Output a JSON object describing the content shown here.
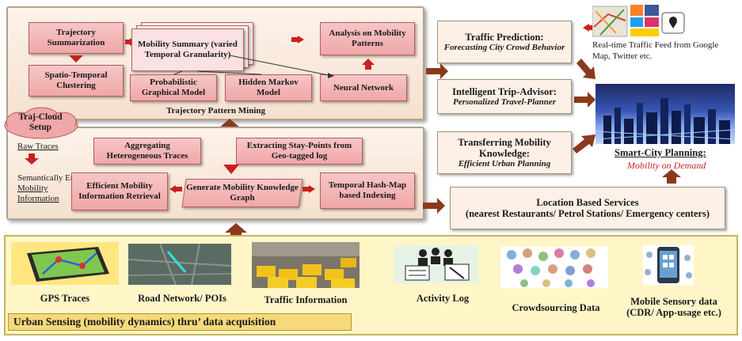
{
  "top_panel": {
    "trajectory_summarization": "Trajectory Summarization",
    "spatio_temporal_clustering": "Spatio-Temporal Clustering",
    "mobility_summary": "Mobility Summary (varied Temporal Granularity)",
    "analysis_on_mobility_patterns": "Analysis on Mobility Patterns",
    "probabilistic_graphical_model": "Probabilistic Graphical Model",
    "hidden_markov_model": "Hidden Markov Model",
    "neural_network": "Neural Network",
    "caption": "Trajectory Pattern Mining"
  },
  "cloud": {
    "label": "Traj-Cloud Setup"
  },
  "middle_panel": {
    "raw_traces": "Raw Traces",
    "semantically_enriched": "Semantically Enriched",
    "mobility_information_1": "Mobility",
    "mobility_information_2": "Information",
    "aggregating": "Aggregating Heterogeneous Traces",
    "extracting": "Extracting Stay-Points from Geo-tagged log",
    "efficient_retrieval": "Efficient Mobility Information Retrieval",
    "generate_graph": "Generate Mobility Knowledge Graph",
    "temporal_hash": "Temporal Hash-Map based Indexing"
  },
  "right_side": {
    "traffic_prediction_title": "Traffic Prediction:",
    "traffic_prediction_sub": "Forecasting City Crowd Behavior",
    "trip_advisor_title": "Intelligent Trip-Advisor:",
    "trip_advisor_sub": "Personalized Travel-Planner",
    "transfer_title": "Transferring Mobility Knowledge:",
    "transfer_sub": "Efficient Urban Planning",
    "lbs_title": "Location Based Services",
    "lbs_sub": "(nearest Restaurants/ Petrol Stations/ Emergency centers)",
    "realtime_feed": "Real-time Traffic Feed from Google Map, Twitter etc.",
    "smart_city_title": "Smart-City Planning:",
    "smart_city_sub": "Mobility on Demand"
  },
  "bottom_panel": {
    "gps_traces": "GPS Traces",
    "road_network": "Road Network/ POIs",
    "traffic_information": "Traffic Information",
    "activity_log": "Activity Log",
    "crowdsourcing": "Crowdsourcing Data",
    "mobile_sensory_1": "Mobile Sensory data",
    "mobile_sensory_2": "(CDR/ App-usage etc.)",
    "urban_sensing": "Urban Sensing (mobility dynamics) thru’ data acquisition"
  },
  "colors": {
    "pink_box": "#f0a7a7",
    "panel_bg": "#fdf0e6",
    "arrow_brown": "#8a3a1c",
    "arrow_red": "#c9211e",
    "bottom_bg": "#fff6c8",
    "smart_city_sub_color": "#c9211e"
  }
}
